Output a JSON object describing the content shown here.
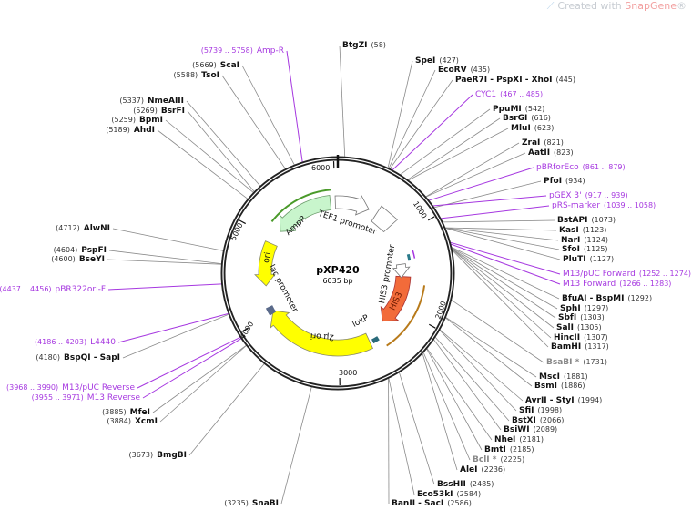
{
  "watermark": {
    "prefix": "Created with ",
    "brand": "SnapGene",
    "suffix": "®"
  },
  "plasmid": {
    "name": "pXP420",
    "size": "6035 bp",
    "length": 6035
  },
  "ticks": [
    "1000",
    "2000",
    "3000",
    "4000",
    "5000",
    "6000"
  ],
  "features": {
    "ampr": "AmpR",
    "tef1": "TEF1 promoter",
    "ori": "ori",
    "lac": "lac promoter",
    "two_micron": "2µ ori",
    "loxp": "loxP",
    "his3_promoter": "HIS3 promoter",
    "his3": "HIS3"
  },
  "colors": {
    "primer": "#a638e0",
    "ampr": "#c8f5cc",
    "ori": "#ffff00",
    "his3": "#f26b3a",
    "backbone": "#222222"
  },
  "sites": [
    {
      "name": "BtgZI",
      "loc": "(58)",
      "kind": "enzyme"
    },
    {
      "name": "SpeI",
      "loc": "(427)",
      "kind": "enzyme"
    },
    {
      "name": "EcoRV",
      "loc": "(435)",
      "kind": "enzyme"
    },
    {
      "name": "PaeR7I  - PspXI  - XhoI",
      "loc": "(445)",
      "kind": "enzyme"
    },
    {
      "name": "CYC1",
      "loc": "(467 .. 485)",
      "kind": "primer"
    },
    {
      "name": "PpuMI",
      "loc": "(542)",
      "kind": "enzyme"
    },
    {
      "name": "BsrGI",
      "loc": "(616)",
      "kind": "enzyme"
    },
    {
      "name": "MluI",
      "loc": "(623)",
      "kind": "enzyme"
    },
    {
      "name": "ZraI",
      "loc": "(821)",
      "kind": "enzyme"
    },
    {
      "name": "AatII",
      "loc": "(823)",
      "kind": "enzyme"
    },
    {
      "name": "pBRforEco",
      "loc": "(861 .. 879)",
      "kind": "primer"
    },
    {
      "name": "PfoI",
      "loc": "(934)",
      "kind": "enzyme"
    },
    {
      "name": "pGEX 3'",
      "loc": "(917 .. 939)",
      "kind": "primer"
    },
    {
      "name": "pRS-marker",
      "loc": "(1039 .. 1058)",
      "kind": "primer"
    },
    {
      "name": "BstAPI",
      "loc": "(1073)",
      "kind": "enzyme"
    },
    {
      "name": "KasI",
      "loc": "(1123)",
      "kind": "enzyme"
    },
    {
      "name": "NarI",
      "loc": "(1124)",
      "kind": "enzyme"
    },
    {
      "name": "SfoI",
      "loc": "(1125)",
      "kind": "enzyme"
    },
    {
      "name": "PluTI",
      "loc": "(1127)",
      "kind": "enzyme"
    },
    {
      "name": "M13/pUC Forward",
      "loc": "(1252 .. 1274)",
      "kind": "primer"
    },
    {
      "name": "M13 Forward",
      "loc": "(1266 .. 1283)",
      "kind": "primer"
    },
    {
      "name": "BfuAI  - BspMI",
      "loc": "(1292)",
      "kind": "enzyme"
    },
    {
      "name": "SphI",
      "loc": "(1297)",
      "kind": "enzyme"
    },
    {
      "name": "SbfI",
      "loc": "(1303)",
      "kind": "enzyme"
    },
    {
      "name": "SalI",
      "loc": "(1305)",
      "kind": "enzyme"
    },
    {
      "name": "HincII",
      "loc": "(1307)",
      "kind": "enzyme"
    },
    {
      "name": "BamHI",
      "loc": "(1317)",
      "kind": "enzyme"
    },
    {
      "name": "BsaBI *",
      "loc": "(1731)",
      "kind": "nonunique"
    },
    {
      "name": "MscI",
      "loc": "(1881)",
      "kind": "enzyme"
    },
    {
      "name": "BsmI",
      "loc": "(1886)",
      "kind": "enzyme"
    },
    {
      "name": "AvrII  - StyI",
      "loc": "(1994)",
      "kind": "enzyme"
    },
    {
      "name": "SfiI",
      "loc": "(1998)",
      "kind": "enzyme"
    },
    {
      "name": "BstXI",
      "loc": "(2066)",
      "kind": "enzyme"
    },
    {
      "name": "BsiWI",
      "loc": "(2089)",
      "kind": "enzyme"
    },
    {
      "name": "NheI",
      "loc": "(2181)",
      "kind": "enzyme"
    },
    {
      "name": "BmtI",
      "loc": "(2185)",
      "kind": "enzyme"
    },
    {
      "name": "BclI *",
      "loc": "(2225)",
      "kind": "nonunique"
    },
    {
      "name": "AleI",
      "loc": "(2236)",
      "kind": "enzyme"
    },
    {
      "name": "BssHII",
      "loc": "(2485)",
      "kind": "enzyme"
    },
    {
      "name": "Eco53kI",
      "loc": "(2584)",
      "kind": "enzyme"
    },
    {
      "name": "BanII  - SacI",
      "loc": "(2586)",
      "kind": "enzyme"
    },
    {
      "name": "SnaBI",
      "loc": "(3235)",
      "kind": "enzyme"
    },
    {
      "name": "BmgBI",
      "loc": "(3673)",
      "kind": "enzyme"
    },
    {
      "name": "XcmI",
      "loc": "(3884)",
      "kind": "enzyme"
    },
    {
      "name": "MfeI",
      "loc": "(3885)",
      "kind": "enzyme"
    },
    {
      "name": "M13 Reverse",
      "loc": "(3955 .. 3971)",
      "kind": "primer"
    },
    {
      "name": "M13/pUC Reverse",
      "loc": "(3968 .. 3990)",
      "kind": "primer"
    },
    {
      "name": "BspQI  - SapI",
      "loc": "(4180)",
      "kind": "enzyme"
    },
    {
      "name": "L4440",
      "loc": "(4186 .. 4203)",
      "kind": "primer"
    },
    {
      "name": "pBR322ori-F",
      "loc": "(4437 .. 4456)",
      "kind": "primer"
    },
    {
      "name": "BseYI",
      "loc": "(4600)",
      "kind": "enzyme"
    },
    {
      "name": "PspFI",
      "loc": "(4604)",
      "kind": "enzyme"
    },
    {
      "name": "AlwNI",
      "loc": "(4712)",
      "kind": "enzyme"
    },
    {
      "name": "AhdI",
      "loc": "(5189)",
      "kind": "enzyme"
    },
    {
      "name": "BpmI",
      "loc": "(5259)",
      "kind": "enzyme"
    },
    {
      "name": "BsrFI",
      "loc": "(5269)",
      "kind": "enzyme"
    },
    {
      "name": "NmeAIII",
      "loc": "(5337)",
      "kind": "enzyme"
    },
    {
      "name": "TsoI",
      "loc": "(5588)",
      "kind": "enzyme"
    },
    {
      "name": "ScaI",
      "loc": "(5669)",
      "kind": "enzyme"
    },
    {
      "name": "Amp-R",
      "loc": "(5739 .. 5758)",
      "kind": "primer"
    }
  ]
}
